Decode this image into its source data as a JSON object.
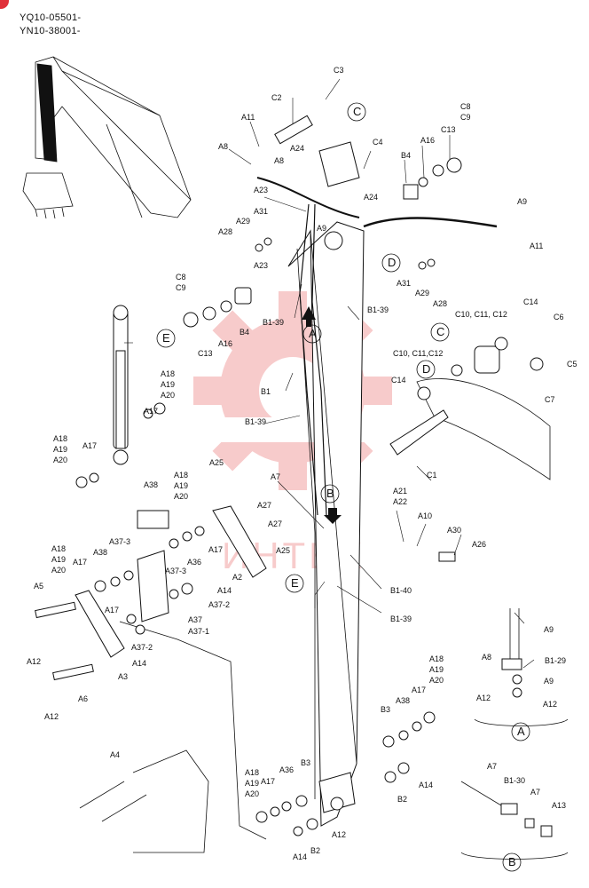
{
  "header": {
    "serial_line_1": "YQ10-05501-",
    "serial_line_2": "YN10-38001-"
  },
  "watermark": "ИНТЕХ",
  "labels": [
    {
      "id": "c3",
      "text": "C3"
    },
    {
      "id": "c2",
      "text": "C2"
    },
    {
      "id": "circ_c_top",
      "text": "C"
    },
    {
      "id": "a11_top",
      "text": "A11"
    },
    {
      "id": "c4",
      "text": "C4"
    },
    {
      "id": "c8_top",
      "text": "C8"
    },
    {
      "id": "c9_top",
      "text": "C9"
    },
    {
      "id": "a16_top",
      "text": "A16"
    },
    {
      "id": "c13_top",
      "text": "C13"
    },
    {
      "id": "b4_top",
      "text": "B4"
    },
    {
      "id": "a8_left",
      "text": "A8"
    },
    {
      "id": "a24_top",
      "text": "A24"
    },
    {
      "id": "a8_mid",
      "text": "A8"
    },
    {
      "id": "a24_mid",
      "text": "A24"
    },
    {
      "id": "a23_top",
      "text": "A23"
    },
    {
      "id": "a9_top",
      "text": "A9"
    },
    {
      "id": "a11_right",
      "text": "A11"
    },
    {
      "id": "a31_left",
      "text": "A31"
    },
    {
      "id": "a29_left",
      "text": "A29"
    },
    {
      "id": "a28_left",
      "text": "A28"
    },
    {
      "id": "a9_mid",
      "text": "A9"
    },
    {
      "id": "circ_d_top",
      "text": "D"
    },
    {
      "id": "a23_mid",
      "text": "A23"
    },
    {
      "id": "a31_right",
      "text": "A31"
    },
    {
      "id": "a29_right",
      "text": "A29"
    },
    {
      "id": "a28_right",
      "text": "A28"
    },
    {
      "id": "c8_mid",
      "text": "C8"
    },
    {
      "id": "c9_mid",
      "text": "C9"
    },
    {
      "id": "b139_a",
      "text": "B1-39"
    },
    {
      "id": "b139_b",
      "text": "B1-39"
    },
    {
      "id": "circ_a",
      "text": "A"
    },
    {
      "id": "c13_mid",
      "text": "C13"
    },
    {
      "id": "a16_mid",
      "text": "A16"
    },
    {
      "id": "b4_mid",
      "text": "B4"
    },
    {
      "id": "circ_e_top",
      "text": "E"
    },
    {
      "id": "c14_top",
      "text": "C14"
    },
    {
      "id": "c6",
      "text": "C6"
    },
    {
      "id": "c101112_top",
      "text": "C10, C11, C12"
    },
    {
      "id": "circ_c_mid",
      "text": "C"
    },
    {
      "id": "c101112_mid",
      "text": "C10, C11,C12"
    },
    {
      "id": "c14_mid",
      "text": "C14"
    },
    {
      "id": "circ_d_mid",
      "text": "D"
    },
    {
      "id": "c7",
      "text": "C7"
    },
    {
      "id": "c5",
      "text": "C5"
    },
    {
      "id": "b1",
      "text": "B1"
    },
    {
      "id": "a18_r1",
      "text": "A18"
    },
    {
      "id": "a19_r1",
      "text": "A19"
    },
    {
      "id": "a20_r1",
      "text": "A20"
    },
    {
      "id": "a17_r1",
      "text": "A17"
    },
    {
      "id": "b139_c",
      "text": "B1-39"
    },
    {
      "id": "c1",
      "text": "C1"
    },
    {
      "id": "a18_l1",
      "text": "A18"
    },
    {
      "id": "a19_l1",
      "text": "A19"
    },
    {
      "id": "a20_l1",
      "text": "A20"
    },
    {
      "id": "a17_l1",
      "text": "A17"
    },
    {
      "id": "a18_m",
      "text": "A18"
    },
    {
      "id": "a19_m",
      "text": "A19"
    },
    {
      "id": "a20_m",
      "text": "A20"
    },
    {
      "id": "a25_top",
      "text": "A25"
    },
    {
      "id": "a7_mid",
      "text": "A7"
    },
    {
      "id": "circ_b_mid",
      "text": "B"
    },
    {
      "id": "a21",
      "text": "A21"
    },
    {
      "id": "a22",
      "text": "A22"
    },
    {
      "id": "a10",
      "text": "A10"
    },
    {
      "id": "a38_top",
      "text": "A38"
    },
    {
      "id": "a27_a",
      "text": "A27"
    },
    {
      "id": "a27_b",
      "text": "A27"
    },
    {
      "id": "a30",
      "text": "A30"
    },
    {
      "id": "a26",
      "text": "A26"
    },
    {
      "id": "a373",
      "text": "A37-3"
    },
    {
      "id": "a36_a",
      "text": "A36"
    },
    {
      "id": "a17_m",
      "text": "A17"
    },
    {
      "id": "a25_mid",
      "text": "A25"
    },
    {
      "id": "a18_l2",
      "text": "A18"
    },
    {
      "id": "a19_l2",
      "text": "A19"
    },
    {
      "id": "a20_l2",
      "text": "A20"
    },
    {
      "id": "a38_mid",
      "text": "A38"
    },
    {
      "id": "a17_l2",
      "text": "A17"
    },
    {
      "id": "a373_b",
      "text": "A37-3"
    },
    {
      "id": "a2",
      "text": "A2"
    },
    {
      "id": "circ_e_mid",
      "text": "E"
    },
    {
      "id": "b140",
      "text": "B1-40"
    },
    {
      "id": "a14_a",
      "text": "A14"
    },
    {
      "id": "a372_a",
      "text": "A37-2"
    },
    {
      "id": "a5",
      "text": "A5"
    },
    {
      "id": "a17_l3",
      "text": "A17"
    },
    {
      "id": "b139_d",
      "text": "B1-39"
    },
    {
      "id": "a37",
      "text": "A37"
    },
    {
      "id": "a371",
      "text": "A37-1"
    },
    {
      "id": "a372_b",
      "text": "A37-2"
    },
    {
      "id": "a12_a",
      "text": "A12"
    },
    {
      "id": "a14_b",
      "text": "A14"
    },
    {
      "id": "a9_bx",
      "text": "A9"
    },
    {
      "id": "a3",
      "text": "A3"
    },
    {
      "id": "a8_bx",
      "text": "A8"
    },
    {
      "id": "b129",
      "text": "B1-29"
    },
    {
      "id": "a6",
      "text": "A6"
    },
    {
      "id": "a9_bx2",
      "text": "A9"
    },
    {
      "id": "a18_b",
      "text": "A18"
    },
    {
      "id": "a19_b",
      "text": "A19"
    },
    {
      "id": "a20_b",
      "text": "A20"
    },
    {
      "id": "a12_bx",
      "text": "A12"
    },
    {
      "id": "a12_bx2",
      "text": "A12"
    },
    {
      "id": "a17_b",
      "text": "A17"
    },
    {
      "id": "a38_b",
      "text": "A38"
    },
    {
      "id": "b3_a",
      "text": "B3"
    },
    {
      "id": "a12_b",
      "text": "A12"
    },
    {
      "id": "circ_a_box",
      "text": "A"
    },
    {
      "id": "a4",
      "text": "A4"
    },
    {
      "id": "a18_bb",
      "text": "A18"
    },
    {
      "id": "a19_bb",
      "text": "A19"
    },
    {
      "id": "a20_bb",
      "text": "A20"
    },
    {
      "id": "a17_bb",
      "text": "A17"
    },
    {
      "id": "a36_b",
      "text": "A36"
    },
    {
      "id": "b3_b",
      "text": "B3"
    },
    {
      "id": "a14_c",
      "text": "A14"
    },
    {
      "id": "a7_bx",
      "text": "A7"
    },
    {
      "id": "b130",
      "text": "B1-30"
    },
    {
      "id": "a7_bx2",
      "text": "A7"
    },
    {
      "id": "b2_a",
      "text": "B2"
    },
    {
      "id": "a13",
      "text": "A13"
    },
    {
      "id": "a12_c",
      "text": "A12"
    },
    {
      "id": "b2_b",
      "text": "B2"
    },
    {
      "id": "a14_d",
      "text": "A14"
    },
    {
      "id": "circ_b_box",
      "text": "B"
    }
  ],
  "colors": {
    "badge": "#e0303a",
    "watermark": "#e54848",
    "line": "#111111"
  }
}
